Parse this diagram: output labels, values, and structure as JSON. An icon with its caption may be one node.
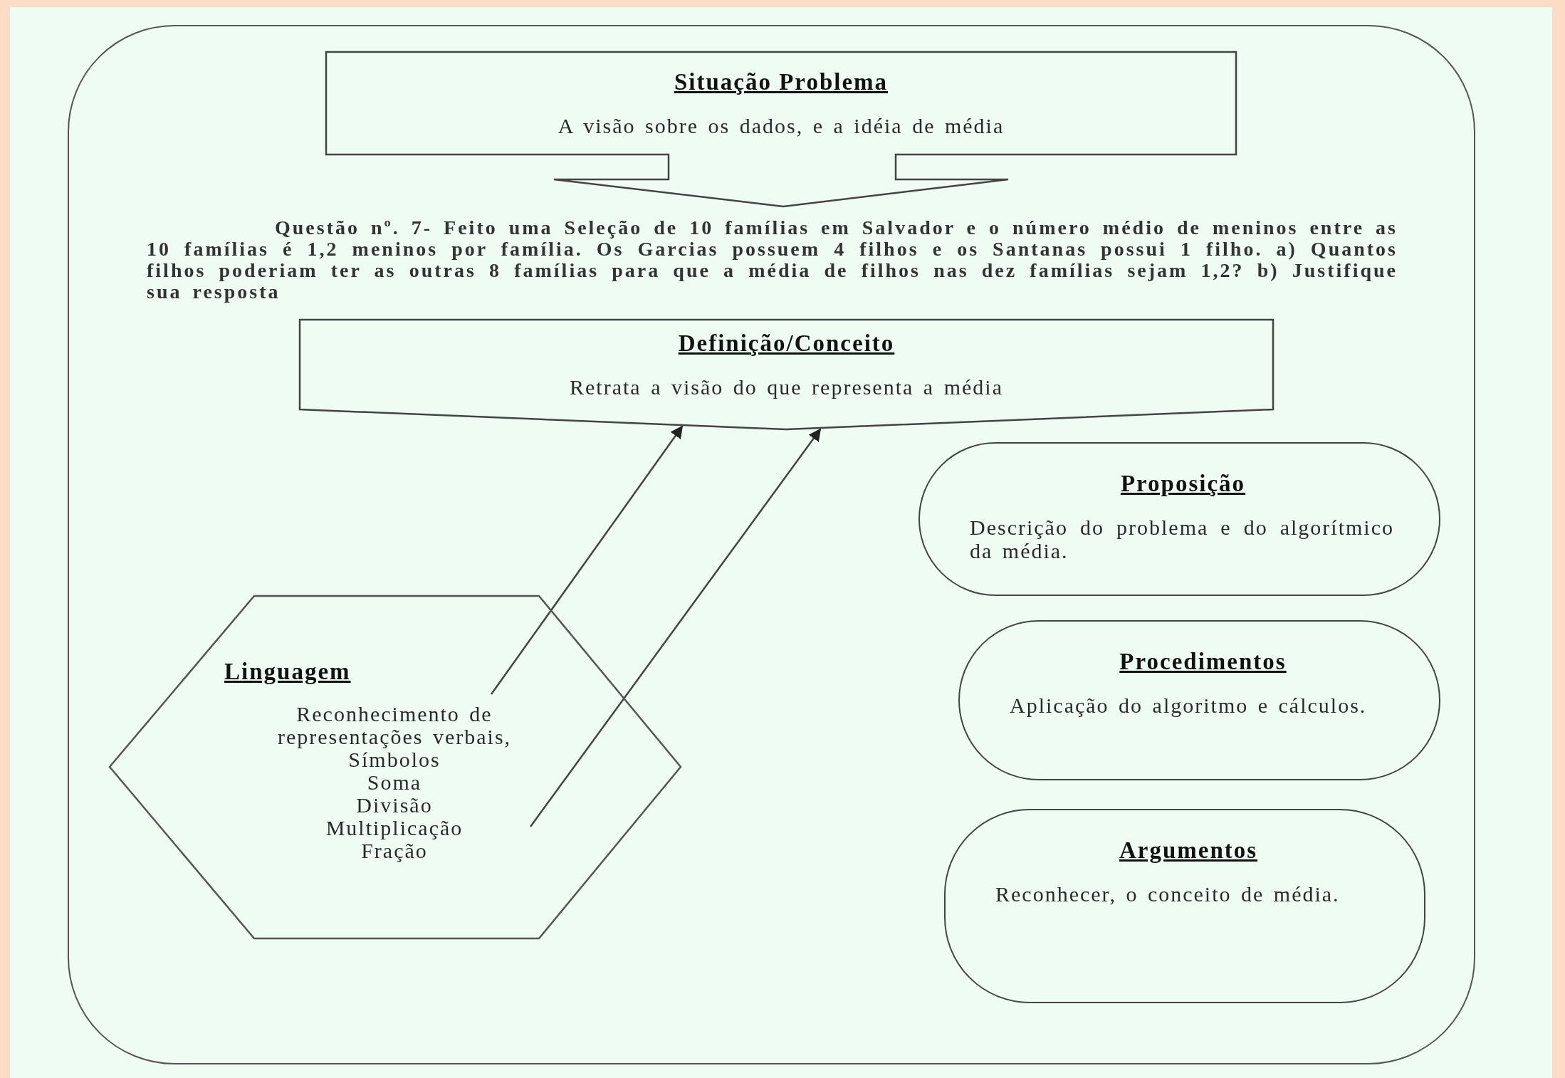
{
  "diagram": {
    "nodes": [
      {
        "text": [
          "Situação Problema",
          "A visão sobre os dados, e a idéia de média"
        ]
      },
      {
        "text": [
          "Definição/Conceito",
          "Retrata a visão do que representa a média"
        ]
      },
      {
        "text": [
          "Linguagem",
          "Reconhecimento de representações verbais,",
          "Símbolos",
          "Soma",
          "Divisão",
          "Multiplicação",
          "Fração"
        ]
      },
      {
        "text": [
          "Proposição",
          "Descrição do problema e do algorítmico da média."
        ]
      },
      {
        "text": [
          "Procedimentos",
          "Aplicação do algoritmo e cálculos."
        ]
      },
      {
        "text": [
          "Argumentos",
          "Reconhecer, o conceito de média."
        ]
      }
    ],
    "edges": [
      {
        "from": 2,
        "to": 1,
        "arrow": "to"
      },
      {
        "from": 2,
        "to": 1,
        "arrow": "to"
      }
    ],
    "labels": [
      "Questão nº. 7- Feito uma Seleção de 10 famílias em Salvador e o número médio de meninos entre as 10 famílias é 1,2 meninos por família. Os Garcias possuem 4 filhos e os Santanas possui 1 filho. a) Quantos filhos poderiam ter as outras 8 famílias para que a média de filhos nas dez famílias sejam 1,2? b) Justifique sua resposta"
    ]
  }
}
